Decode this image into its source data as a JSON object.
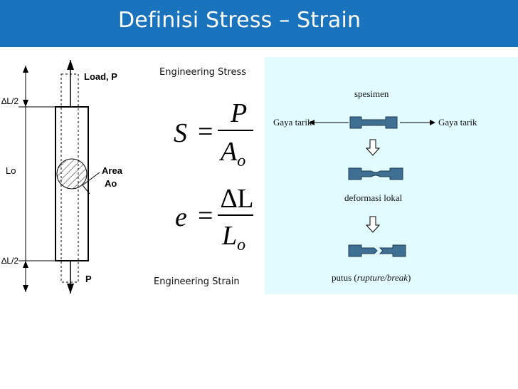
{
  "slide": {
    "title": "Definisi Stress – Strain"
  },
  "specimen_diagram": {
    "load_top": "Load, P",
    "delta_top": "∆L/2",
    "length": "Lo",
    "area_line1": "Area",
    "area_line2": "Ao",
    "delta_bottom": "∆L/2",
    "load_bottom": "P"
  },
  "formulas": {
    "stress_label": "Engineering Stress",
    "stress": {
      "lhs": "S",
      "eq": "=",
      "num": "P",
      "den": "A",
      "den_sub": "o"
    },
    "strain": {
      "lhs": "e",
      "eq": "=",
      "num": "∆L",
      "den": "L",
      "den_sub": "o"
    },
    "strain_label": "Engineering Strain"
  },
  "tensile_panel": {
    "specimen_label": "spesimen",
    "force_left": "Gaya tarik",
    "force_right": "Gaya tarik",
    "local_deformation": "deformasi lokal",
    "break_prefix": "putus (",
    "break_italic": "rupture/break",
    "break_suffix": ")",
    "colors": {
      "background": "#e1fbff",
      "specimen": "#3f6f93"
    }
  }
}
